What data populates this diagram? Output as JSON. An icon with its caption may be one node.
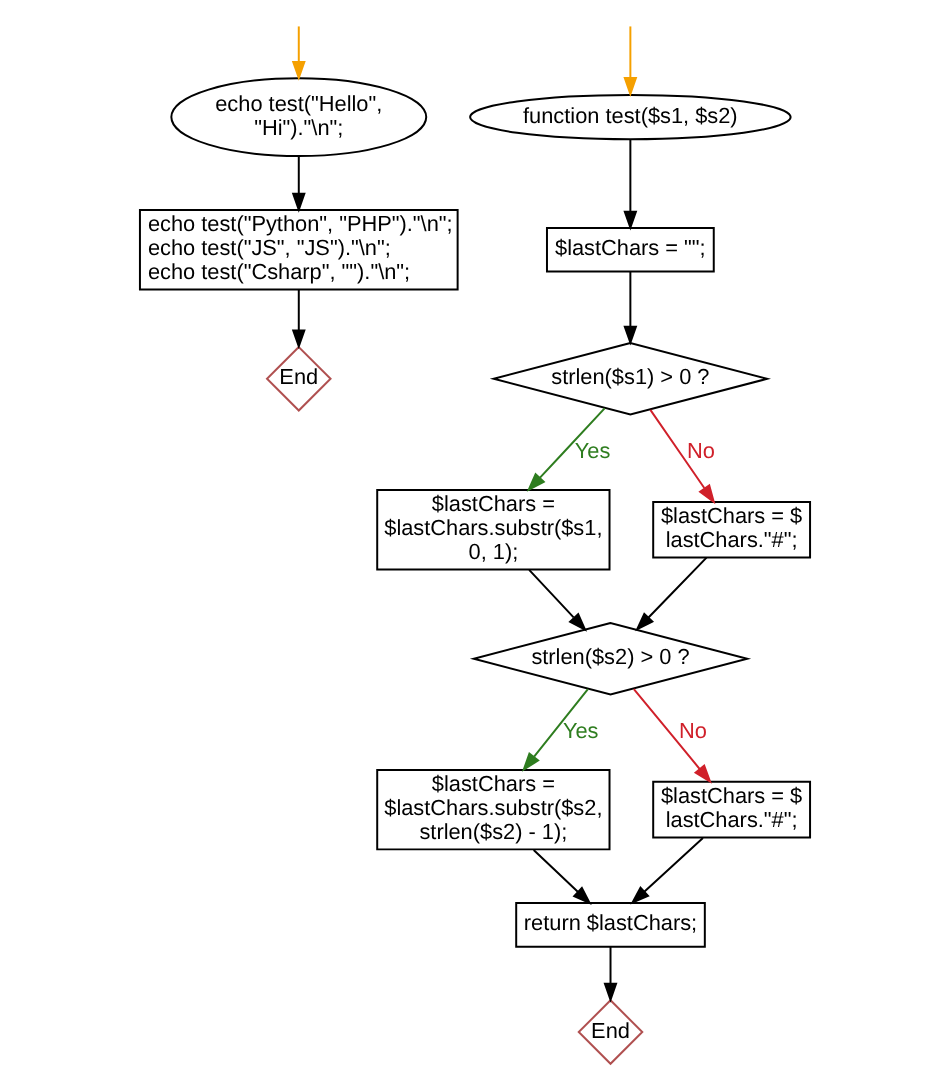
{
  "diagram": {
    "nodes": [
      {
        "text": [
          "echo test(\"Hello\", \"Hi\").\"\\n\";"
        ]
      },
      {
        "text": [
          "echo test(\"Python\", \"PHP\").\"\\n\";",
          "echo test(\"JS\", \"JS\").\"\\n\";",
          "echo test(\"Csharp\", \"\").\"\\n\";"
        ]
      },
      {
        "text": [
          "End"
        ]
      },
      {
        "text": [
          "function test($s1, $s2)"
        ]
      },
      {
        "text": [
          "$lastChars = \"\";"
        ]
      },
      {
        "text": [
          "strlen($s1) > 0 ?"
        ]
      },
      {
        "text": [
          "$lastChars = $lastChars.substr($s1, 0, 1);"
        ]
      },
      {
        "text": [
          "$lastChars = $lastChars.\"#\";"
        ]
      },
      {
        "text": [
          "strlen($s2) > 0 ?"
        ]
      },
      {
        "text": [
          "$lastChars = $lastChars.substr($s2, strlen($s2) - 1);"
        ]
      },
      {
        "text": [
          "$lastChars = $lastChars.\"#\";"
        ]
      },
      {
        "text": [
          "return $lastChars;"
        ]
      },
      {
        "text": [
          "End"
        ]
      }
    ],
    "edges": [
      {
        "from": null,
        "to": 0,
        "arrow": "to",
        "color": "#f5a000"
      },
      {
        "from": 0,
        "to": 1,
        "arrow": "to"
      },
      {
        "from": 1,
        "to": 2,
        "arrow": "to"
      },
      {
        "from": null,
        "to": 3,
        "arrow": "to",
        "color": "#f5a000"
      },
      {
        "from": 3,
        "to": 4,
        "arrow": "to"
      },
      {
        "from": 4,
        "to": 5,
        "arrow": "to"
      },
      {
        "from": 5,
        "to": 6,
        "arrow": "to",
        "label": "Yes",
        "color": "#2e7d1f"
      },
      {
        "from": 5,
        "to": 7,
        "arrow": "to",
        "label": "No",
        "color": "#d0202a"
      },
      {
        "from": 6,
        "to": 8,
        "arrow": "to"
      },
      {
        "from": 7,
        "to": 8,
        "arrow": "to"
      },
      {
        "from": 8,
        "to": 9,
        "arrow": "to",
        "label": "Yes",
        "color": "#2e7d1f"
      },
      {
        "from": 8,
        "to": 10,
        "arrow": "to",
        "label": "No",
        "color": "#d0202a"
      },
      {
        "from": 9,
        "to": 11,
        "arrow": "to"
      },
      {
        "from": 10,
        "to": 11,
        "arrow": "to"
      },
      {
        "from": 11,
        "to": 12,
        "arrow": "to"
      }
    ]
  }
}
